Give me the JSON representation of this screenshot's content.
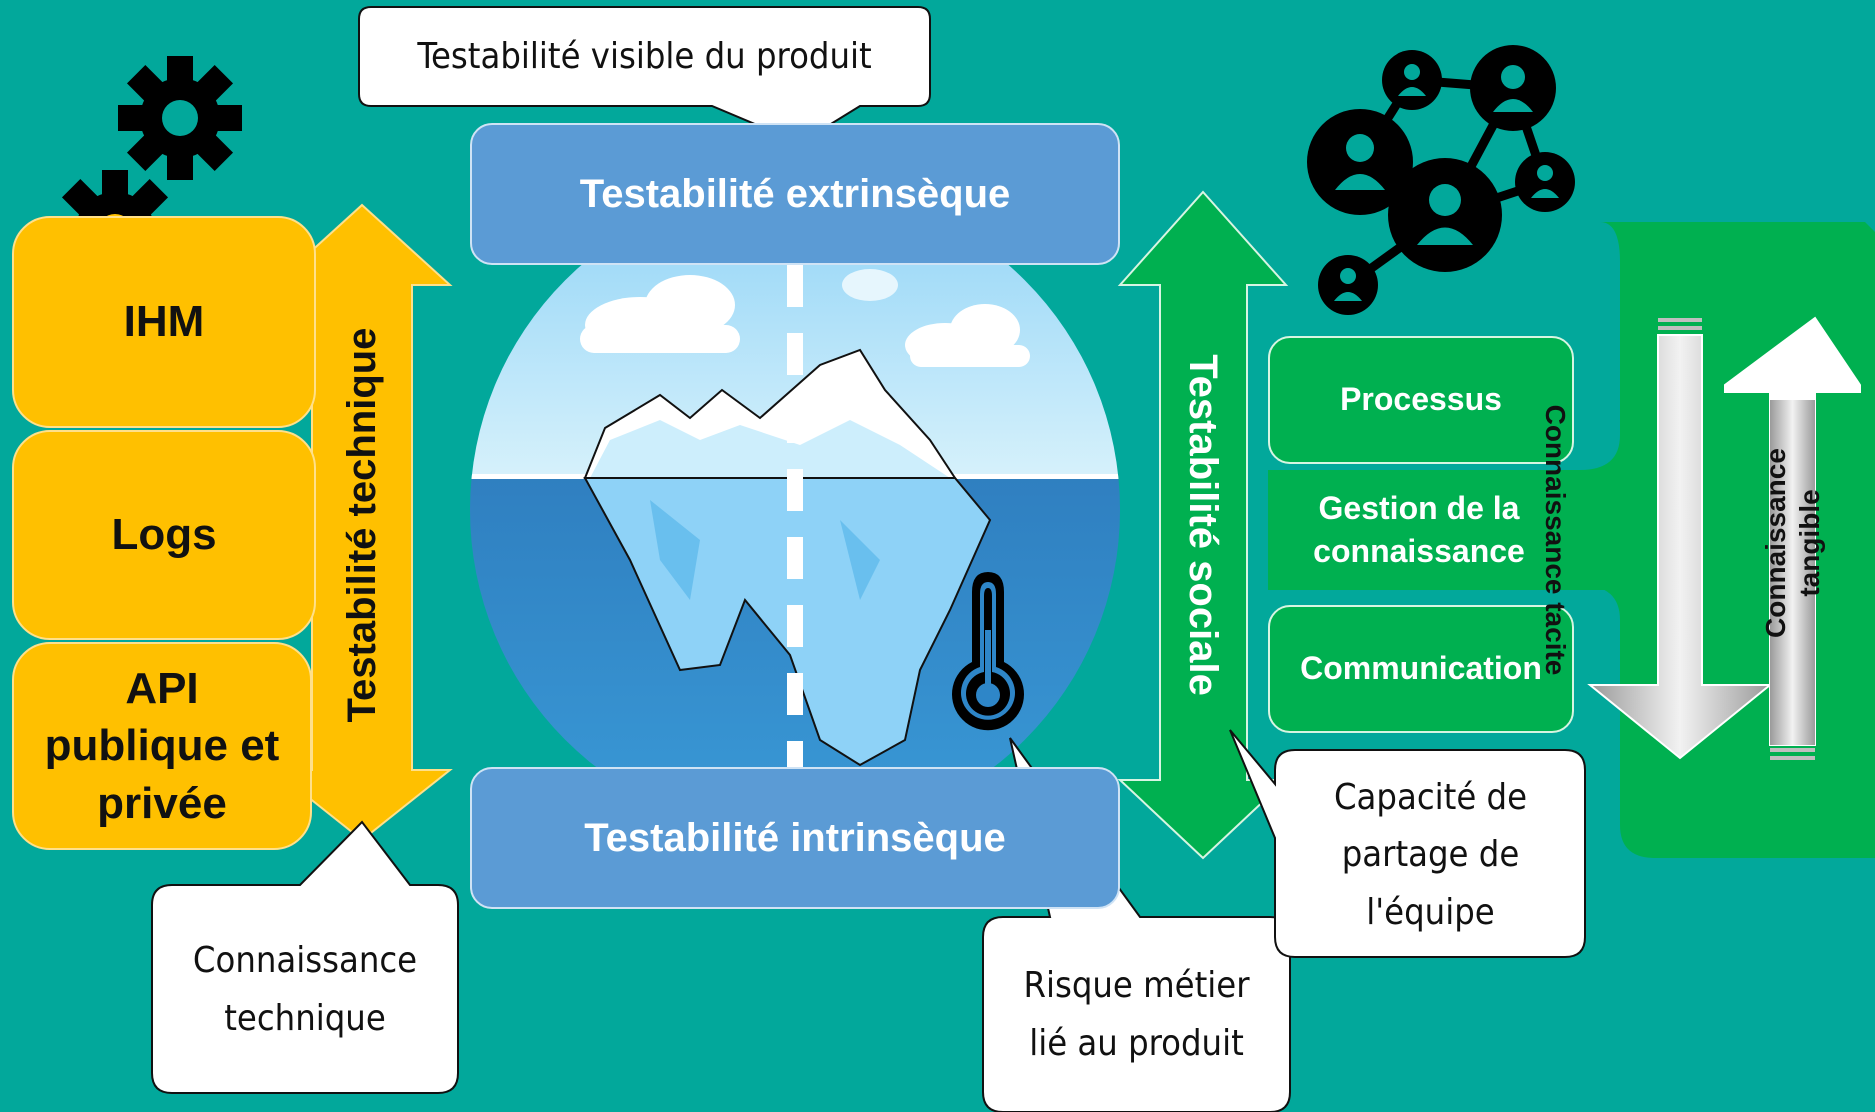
{
  "callouts": {
    "visible": "Testabilité visible du produit",
    "technique": "Connaissance technique",
    "risque": "Risque métier lié au produit",
    "partage": "Capacité de partage de l'équipe"
  },
  "technical": {
    "arrow_label": "Testabilité technique",
    "layers": [
      "IHM",
      "Logs",
      "API publique et privée"
    ]
  },
  "iceberg": {
    "extrinsic": "Testabilité extrinsèque",
    "intrinsic": "Testabilité intrinsèque"
  },
  "social": {
    "arrow_label": "Testabilité sociale",
    "items": [
      "Processus",
      "Gestion de la connaissance",
      "Communication"
    ]
  },
  "knowledge": {
    "tacit": "Connaissance tacite",
    "tangible": "Connaissance tangible"
  },
  "icons": [
    "gear-icon",
    "gear-icon",
    "thermometer-icon",
    "people-network-icon"
  ],
  "colors": {
    "background": "#02a89b",
    "technical": "#ffc000",
    "social": "#00b050",
    "iceberg": "#5b9bd5"
  }
}
